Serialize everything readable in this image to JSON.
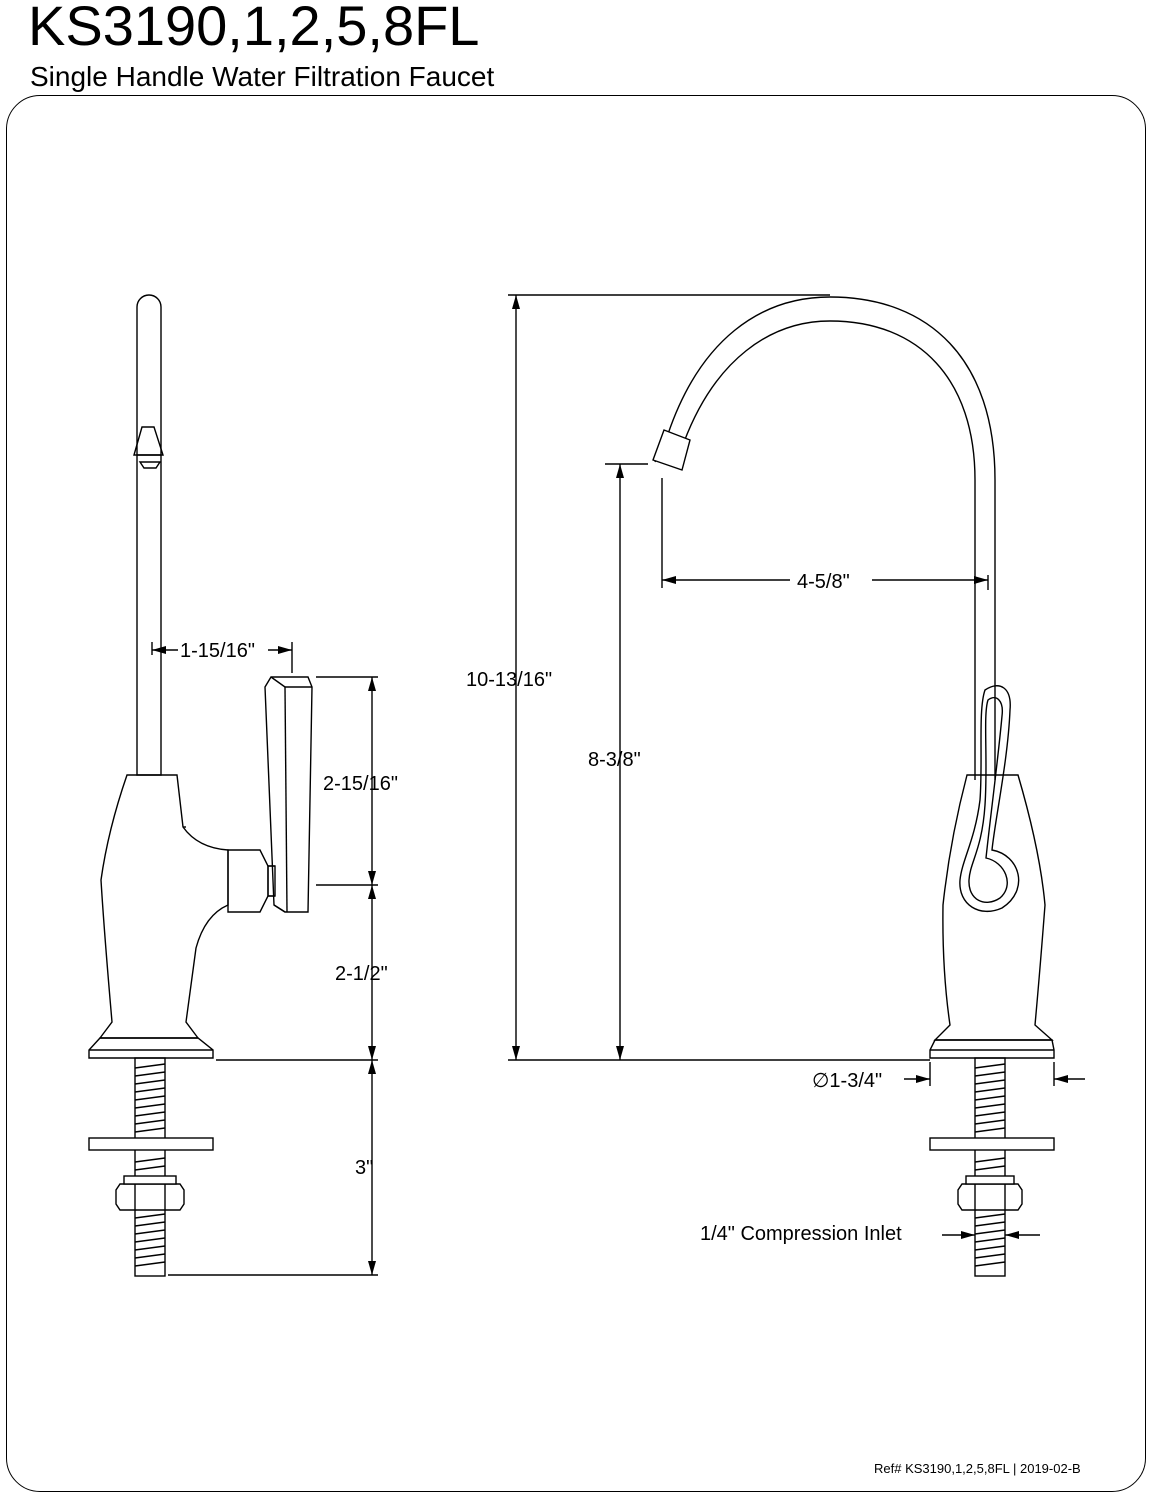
{
  "header": {
    "model": "KS3190,1,2,5,8FL",
    "description": "Single Handle Water Filtration Faucet"
  },
  "dimensions": {
    "spout_offset": "1-15/16\"",
    "handle_height": "2-15/16\"",
    "base_to_handle": "2-1/2\"",
    "shank_length": "3\"",
    "total_height": "10-13/16\"",
    "spout_height": "8-3/8\"",
    "spout_reach": "4-5/8\"",
    "base_diameter": "∅1-3/4\"",
    "inlet": "1/4\" Compression Inlet"
  },
  "footer": {
    "ref": "Ref# KS3190,1,2,5,8FL | 2019-02-B"
  }
}
